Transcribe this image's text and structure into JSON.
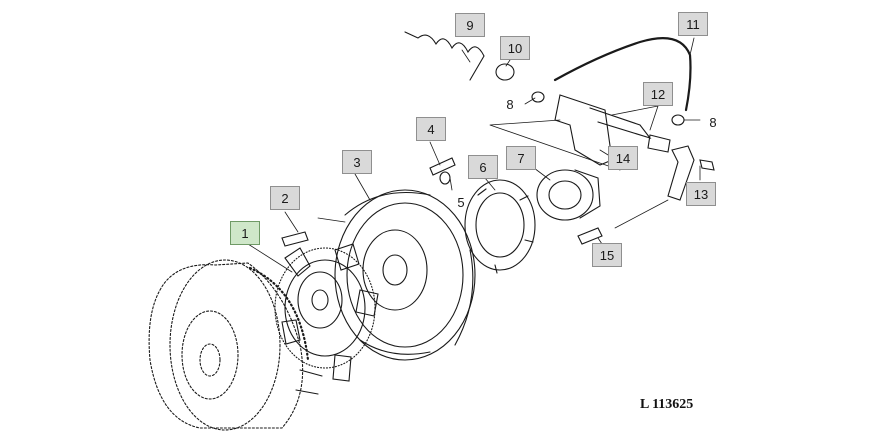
{
  "figure_reference": "L 113625",
  "callouts": [
    {
      "id": "1",
      "label": "1",
      "active": true
    },
    {
      "id": "2",
      "label": "2"
    },
    {
      "id": "3",
      "label": "3"
    },
    {
      "id": "4",
      "label": "4"
    },
    {
      "id": "5",
      "label": "5"
    },
    {
      "id": "6",
      "label": "6"
    },
    {
      "id": "7",
      "label": "7"
    },
    {
      "id": "8a",
      "label": "8"
    },
    {
      "id": "8b",
      "label": "8"
    },
    {
      "id": "9",
      "label": "9"
    },
    {
      "id": "10",
      "label": "10"
    },
    {
      "id": "11",
      "label": "11"
    },
    {
      "id": "12",
      "label": "12"
    },
    {
      "id": "13",
      "label": "13"
    },
    {
      "id": "14",
      "label": "14"
    },
    {
      "id": "15",
      "label": "15"
    }
  ]
}
